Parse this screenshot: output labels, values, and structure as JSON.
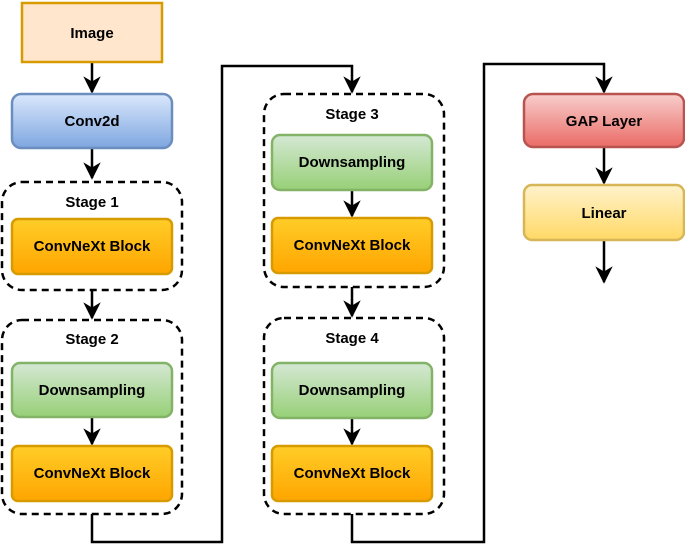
{
  "colors": {
    "image_fill": "#ffe6cc",
    "image_stroke": "#d79b00",
    "conv_fill_top": "#dae8fc",
    "conv_fill_bottom": "#7ea6e0",
    "conv_stroke": "#6c8ebf",
    "down_fill_top": "#d5e8d4",
    "down_fill_bottom": "#97d077",
    "down_stroke": "#82b366",
    "block_fill_top": "#ffcd28",
    "block_fill_bottom": "#ffa500",
    "block_stroke": "#d79b00",
    "gap_fill_top": "#f8cecc",
    "gap_fill_bottom": "#ea6b66",
    "gap_stroke": "#b85450",
    "linear_fill_top": "#fff2cc",
    "linear_fill_bottom": "#ffd966",
    "linear_stroke": "#d6b656",
    "line": "#000000"
  },
  "nodes": {
    "image": "Image",
    "conv2d": "Conv2d",
    "gap_layer": "GAP Layer",
    "linear": "Linear"
  },
  "stages": [
    {
      "title": "Stage 1",
      "blocks": [
        "ConvNeXt Block"
      ]
    },
    {
      "title": "Stage 2",
      "blocks": [
        "Downsampling",
        "ConvNeXt Block"
      ]
    },
    {
      "title": "Stage 3",
      "blocks": [
        "Downsampling",
        "ConvNeXt Block"
      ]
    },
    {
      "title": "Stage 4",
      "blocks": [
        "Downsampling",
        "ConvNeXt Block"
      ]
    }
  ]
}
